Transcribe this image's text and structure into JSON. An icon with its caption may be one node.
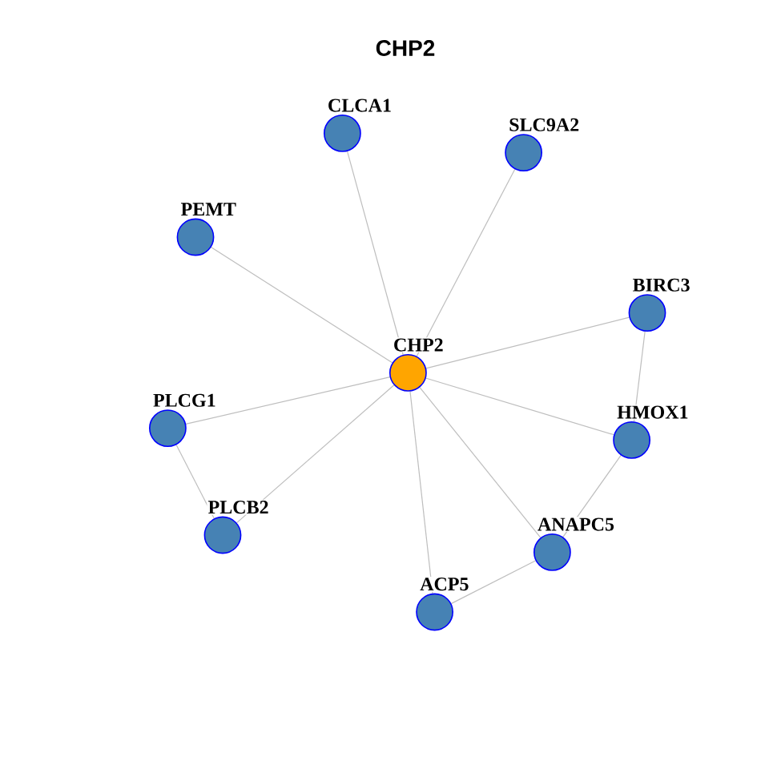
{
  "diagram": {
    "title": "CHP2",
    "nodes": [
      {
        "text": [
          "CLCA1"
        ]
      },
      {
        "text": [
          "SLC9A2"
        ]
      },
      {
        "text": [
          "PEMT"
        ]
      },
      {
        "text": [
          "BIRC3"
        ]
      },
      {
        "text": [
          "CHP2"
        ]
      },
      {
        "text": [
          "PLCG1"
        ]
      },
      {
        "text": [
          "HMOX1"
        ]
      },
      {
        "text": [
          "PLCB2"
        ]
      },
      {
        "text": [
          "ANAPC5"
        ]
      },
      {
        "text": [
          "ACP5"
        ]
      }
    ],
    "edges": [
      {
        "from": 4,
        "to": 0,
        "arrow": "none"
      },
      {
        "from": 4,
        "to": 1,
        "arrow": "none"
      },
      {
        "from": 4,
        "to": 2,
        "arrow": "none"
      },
      {
        "from": 4,
        "to": 3,
        "arrow": "none"
      },
      {
        "from": 4,
        "to": 5,
        "arrow": "none"
      },
      {
        "from": 4,
        "to": 6,
        "arrow": "none"
      },
      {
        "from": 4,
        "to": 7,
        "arrow": "none"
      },
      {
        "from": 4,
        "to": 8,
        "arrow": "none"
      },
      {
        "from": 4,
        "to": 9,
        "arrow": "none"
      },
      {
        "from": 3,
        "to": 6,
        "arrow": "none"
      },
      {
        "from": 6,
        "to": 8,
        "arrow": "none"
      },
      {
        "from": 8,
        "to": 9,
        "arrow": "none"
      },
      {
        "from": 5,
        "to": 7,
        "arrow": "none"
      }
    ]
  }
}
